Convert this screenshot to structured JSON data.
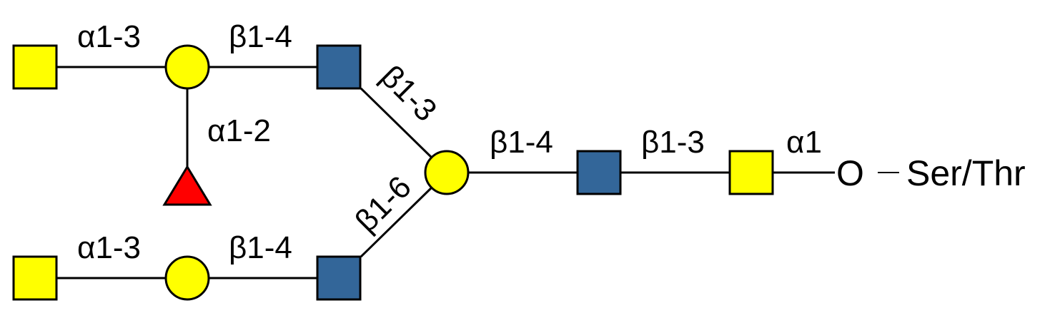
{
  "colors": {
    "galactose": "#FFFF00",
    "glcnac": "#336699",
    "fucose": "#FF0000",
    "galnac": "#FFFF00"
  },
  "residues": [
    {
      "id": "gal-top-term",
      "type": "square",
      "color": "#FFFF00"
    },
    {
      "id": "gal-top",
      "type": "circle",
      "color": "#FFFF00"
    },
    {
      "id": "fuc",
      "type": "triangle",
      "color": "#FF0000"
    },
    {
      "id": "glcnac-top",
      "type": "square",
      "color": "#336699"
    },
    {
      "id": "gal-bot-term",
      "type": "square",
      "color": "#FFFF00"
    },
    {
      "id": "gal-bot",
      "type": "circle",
      "color": "#FFFF00"
    },
    {
      "id": "glcnac-bot",
      "type": "square",
      "color": "#336699"
    },
    {
      "id": "gal-core",
      "type": "circle",
      "color": "#FFFF00"
    },
    {
      "id": "glcnac-core",
      "type": "square",
      "color": "#336699"
    },
    {
      "id": "galnac-root",
      "type": "square",
      "color": "#FFFF00"
    }
  ],
  "linkages": {
    "top_a13": "α1-3",
    "top_b14": "β1-4",
    "fuc_a12": "α1-2",
    "branch_b13": "β1-3",
    "branch_b16": "β1-6",
    "bot_a13": "α1-3",
    "bot_b14": "β1-4",
    "core_b14": "β1-4",
    "core_b13": "β1-3",
    "root_a1": "α1"
  },
  "aglycone": {
    "oxygen": "O",
    "residue": "Ser/Thr"
  }
}
